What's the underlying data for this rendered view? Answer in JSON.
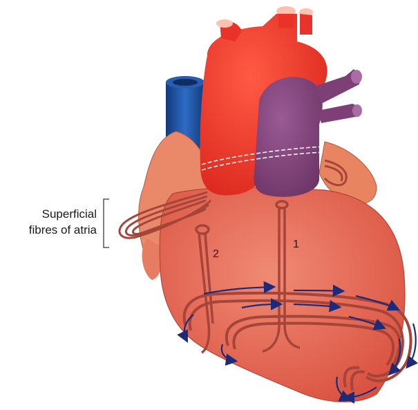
{
  "labels": {
    "superficial_line1": "Superficial",
    "superficial_line2": "fibres of atria",
    "marker_1": "1",
    "marker_2": "2"
  },
  "colors": {
    "aorta": "#e8322a",
    "pulmonary_trunk": "#7d3f76",
    "superior_vena_cava": "#1b4fa0",
    "atrium": "#e9896a",
    "ventricles": "#e96a55",
    "muscle_fibre": "#a5453a",
    "arrow": "#1d2a7a"
  }
}
